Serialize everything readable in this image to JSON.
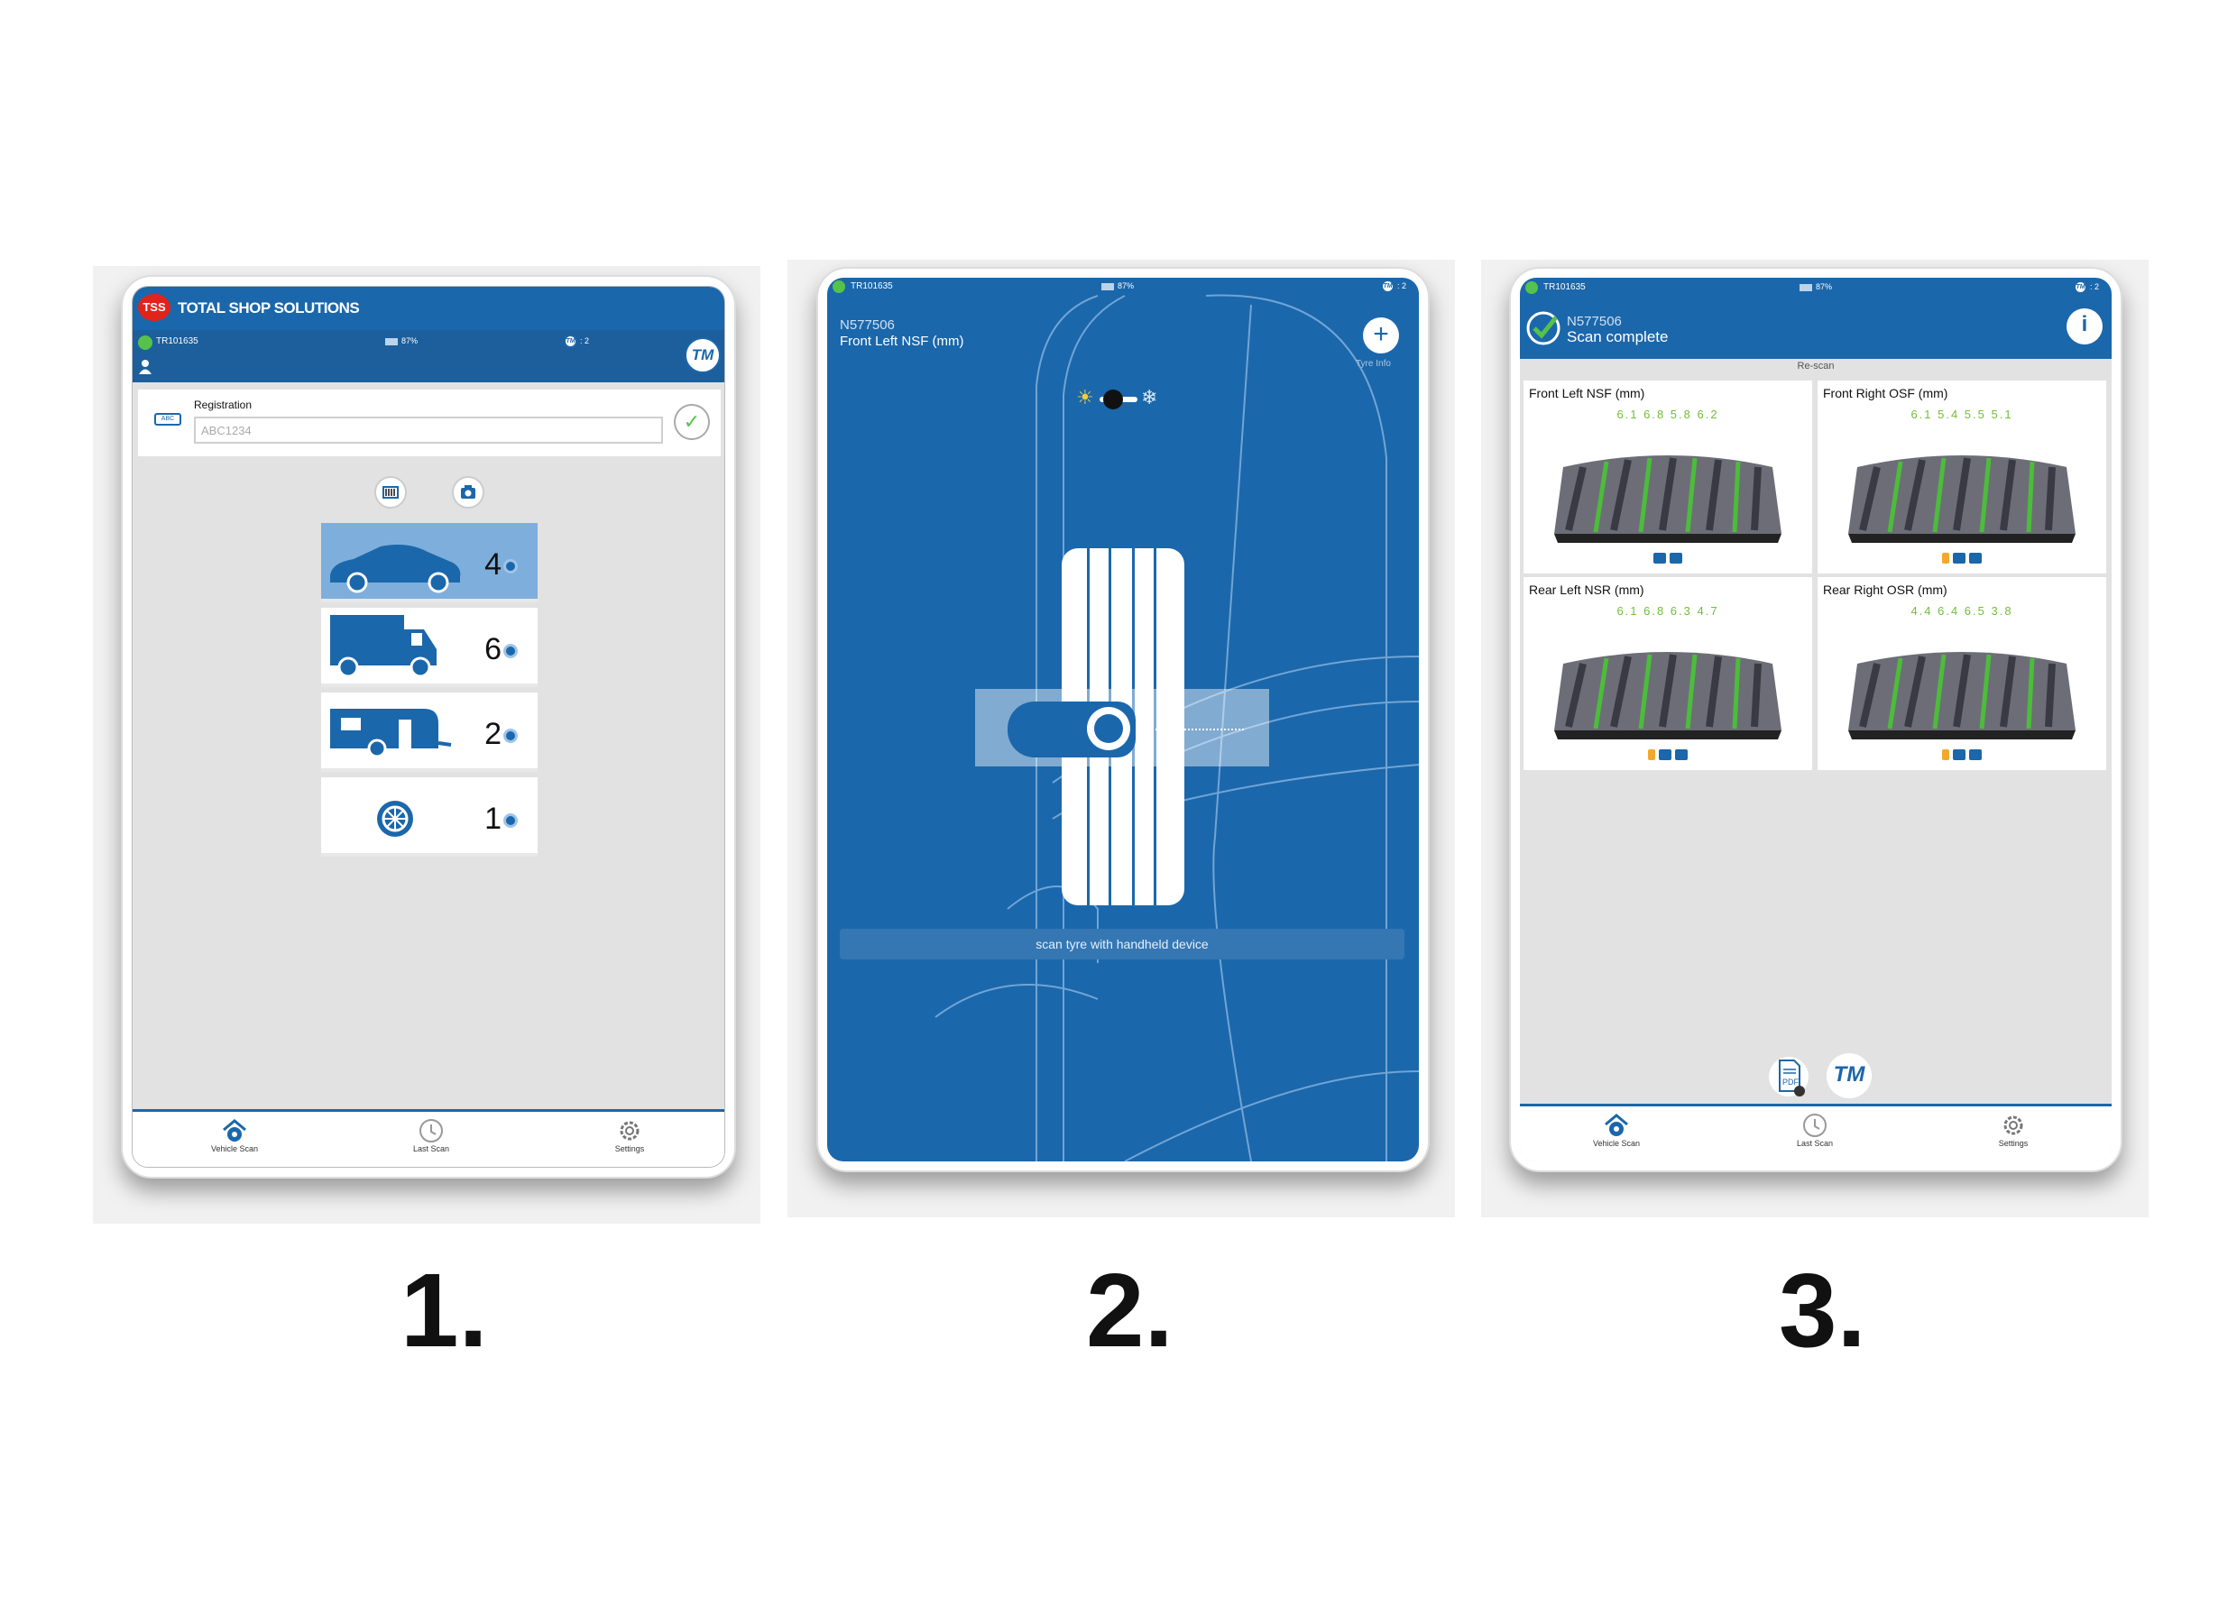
{
  "steps": [
    "1.",
    "2.",
    "3."
  ],
  "screen1": {
    "app_title": "TOTAL SHOP SOLUTIONS",
    "logo": "TSS",
    "device_id": "TR101635",
    "battery": "87%",
    "tm_count": ": 2",
    "tm_label": "TM",
    "registration_label": "Registration",
    "registration_badge": "ABC",
    "registration_value": "ABC1234",
    "vehicles": [
      {
        "icon": "car-icon",
        "count": "4",
        "selected": true
      },
      {
        "icon": "truck-icon",
        "count": "6",
        "selected": false
      },
      {
        "icon": "caravan-icon",
        "count": "2",
        "selected": false
      },
      {
        "icon": "wheel-icon",
        "count": "1",
        "selected": false
      }
    ],
    "nav": [
      "Vehicle Scan",
      "Last Scan",
      "Settings"
    ],
    "colors": {
      "primary": "#1b67ab",
      "selected": "#7eaedb",
      "ok": "#55c24a",
      "brand_red": "#e2231a"
    }
  },
  "screen2": {
    "device_id": "TR101635",
    "battery": "87%",
    "tm_count": ": 2",
    "serial": "N577506",
    "tyre_title": "Front Left NSF (mm)",
    "tyre_info": "Tyre Info",
    "instruction": "scan tyre with handheld device"
  },
  "screen3": {
    "device_id": "TR101635",
    "battery": "87%",
    "tm_count": ": 2",
    "serial": "N577506",
    "status": "Scan complete",
    "rescan": "Re-scan",
    "tyres": [
      {
        "title": "Front Left NSF (mm)",
        "values": "6.1  6.8  5.8  6.2"
      },
      {
        "title": "Front Right OSF (mm)",
        "values": "6.1  5.4  5.5  5.1"
      },
      {
        "title": "Rear Left NSR (mm)",
        "values": "6.1  6.8  6.3  4.7"
      },
      {
        "title": "Rear Right OSR (mm)",
        "values": "4.4  6.4  6.5  3.8"
      }
    ],
    "pdf_label": "PDF",
    "tm_label": "TM",
    "nav": [
      "Vehicle Scan",
      "Last Scan",
      "Settings"
    ],
    "colors": {
      "tread_value": "#6fbf3a"
    }
  }
}
